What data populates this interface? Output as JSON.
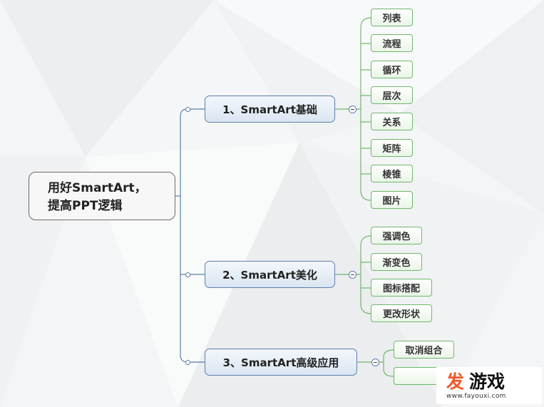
{
  "root": {
    "line1": "用好SmartArt，",
    "line2": "提高PPT逻辑"
  },
  "branches": [
    {
      "label": "1、SmartArt基础",
      "leaves": [
        "列表",
        "流程",
        "循环",
        "层次",
        "关系",
        "矩阵",
        "棱锥",
        "图片"
      ]
    },
    {
      "label": "2、SmartArt美化",
      "leaves": [
        "强调色",
        "渐变色",
        "图标搭配",
        "更改形状"
      ]
    },
    {
      "label": "3、SmartArt高级应用",
      "leaves": [
        "取消组合",
        ""
      ]
    }
  ],
  "watermark": {
    "mark": "发",
    "name": "游戏",
    "url": "www.fayouxi.com"
  },
  "colors": {
    "branch_border": "#5d7eab",
    "leaf_border": "#6fb86a",
    "accent": "#f0582a"
  }
}
